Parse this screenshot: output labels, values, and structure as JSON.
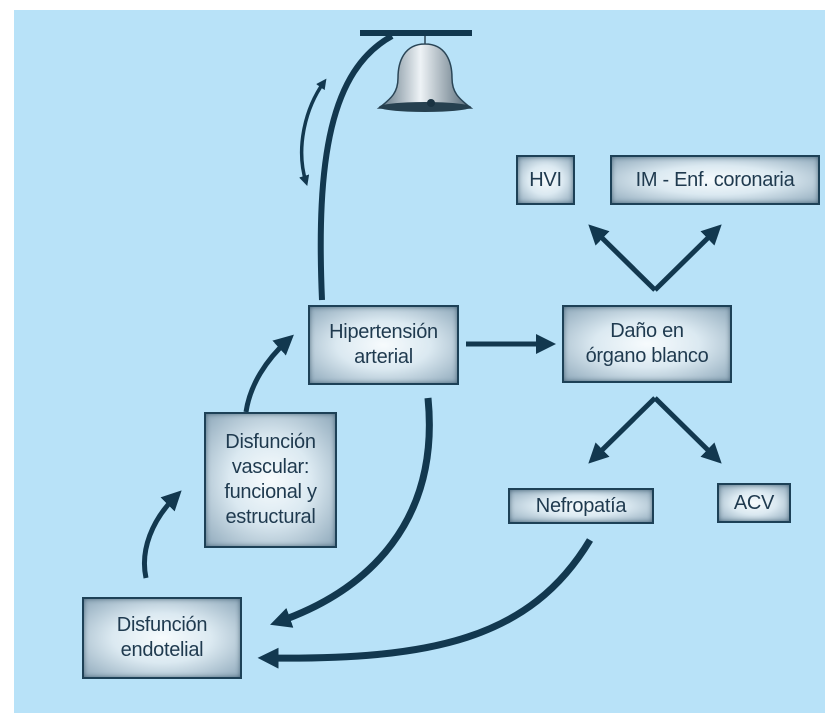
{
  "colors": {
    "background": "#b8e2f8",
    "arrow": "#12384f",
    "box_border": "#1d4157",
    "text": "#1f3a4f"
  },
  "nodes": {
    "hipertension": "Hipertensión\narterial",
    "dano": "Daño en\nórgano blanco",
    "hvi": "HVI",
    "im": "IM - Enf. coronaria",
    "disfuncion_vascular": "Disfunción\nvascular:\nfuncional y\nestructural",
    "nefropatia": "Nefropatía",
    "acv": "ACV",
    "disfuncion_endotelial": "Disfunción\nendotelial"
  },
  "icons": {
    "bell": "bell-icon"
  }
}
